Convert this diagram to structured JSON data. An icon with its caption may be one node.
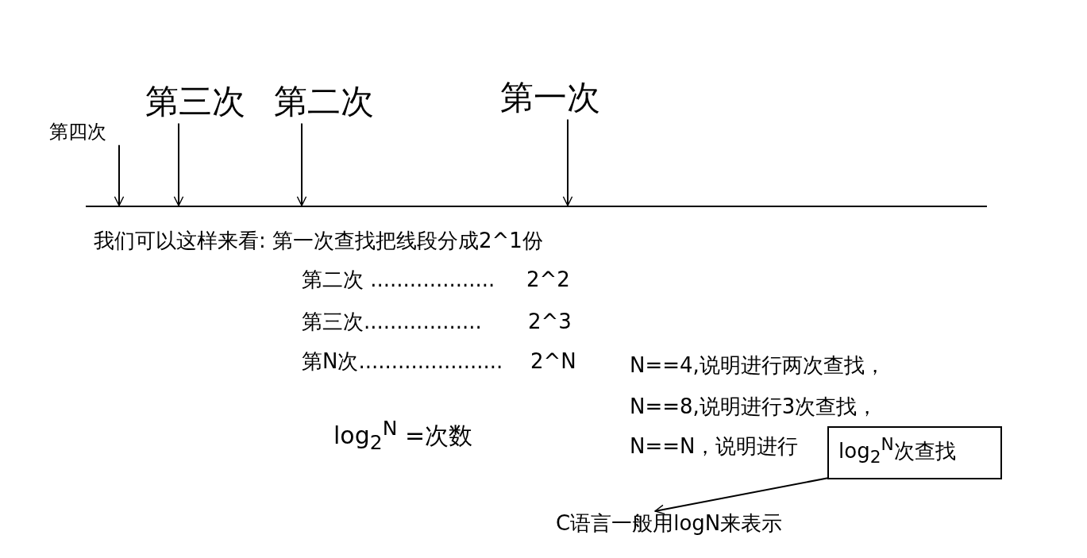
{
  "diagram": {
    "nodes": [
      {
        "text": [
          "第四次"
        ]
      },
      {
        "text": [
          "第三次"
        ]
      },
      {
        "text": [
          "第二次"
        ]
      },
      {
        "text": [
          "第一次"
        ]
      },
      {
        "text": [],
        "shape": "bar"
      },
      {
        "text": [
          "log$_{2}$$^{N}$次查找"
        ]
      },
      {
        "text": [
          "C语言一般用logN来表示"
        ]
      }
    ],
    "edges": [
      {
        "from": 0,
        "to": 4,
        "arrow": "to"
      },
      {
        "from": 1,
        "to": 4,
        "arrow": "to"
      },
      {
        "from": 2,
        "to": 4,
        "arrow": "to"
      },
      {
        "from": 3,
        "to": 4,
        "arrow": "to"
      },
      {
        "from": 5,
        "to": 6,
        "arrow": "to"
      }
    ],
    "labels": [
      "我们可以这样来看: 第一次查找把线段分成2^1份",
      "第二次 ...................",
      "2^2",
      "第三次..................",
      "2^3",
      "第N次......................",
      "2^N",
      "log$_{2}$$^{N}$ =次数",
      "N==4,说明进行两次查找，",
      "N==8,说明进行3次查找，",
      "N==N，说明进行"
    ]
  }
}
